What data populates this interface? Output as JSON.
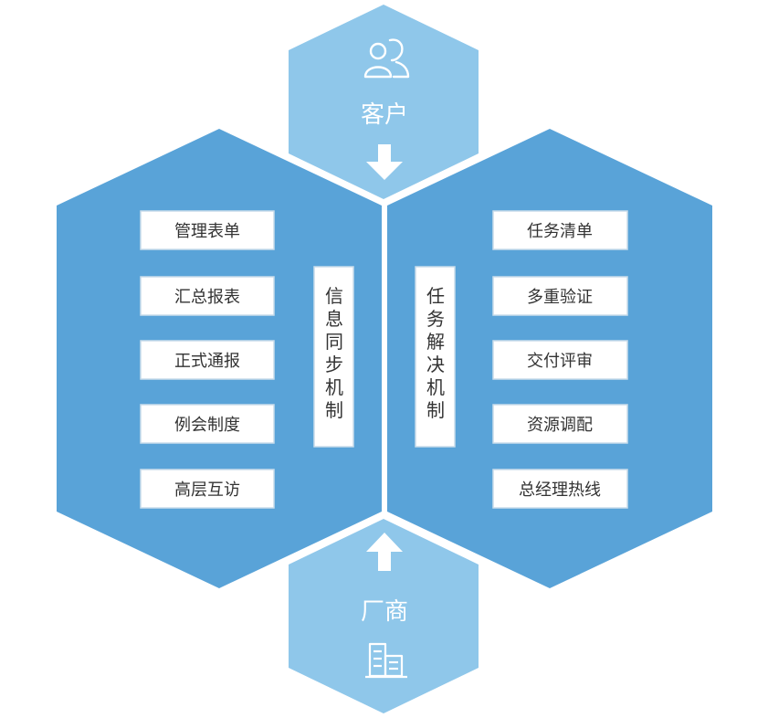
{
  "colors": {
    "dark_hex": "#59a3d8",
    "light_hex": "#8fc7ea",
    "box_fill": "#ffffff",
    "box_stroke": "#c9dcea",
    "text": "#333333",
    "white": "#ffffff"
  },
  "customer": {
    "label": "客户",
    "icon": "users-icon",
    "arrow": "arrow-down-icon"
  },
  "vendor": {
    "label": "厂商",
    "icon": "building-icon",
    "arrow": "arrow-up-icon"
  },
  "left": {
    "title_chars": [
      "信",
      "息",
      "同",
      "步",
      "机",
      "制"
    ],
    "items": [
      "管理表单",
      "汇总报表",
      "正式通报",
      "例会制度",
      "高层互访"
    ]
  },
  "right": {
    "title_chars": [
      "任",
      "务",
      "解",
      "决",
      "机",
      "制"
    ],
    "items": [
      "任务清单",
      "多重验证",
      "交付评审",
      "资源调配",
      "总经理热线"
    ]
  }
}
